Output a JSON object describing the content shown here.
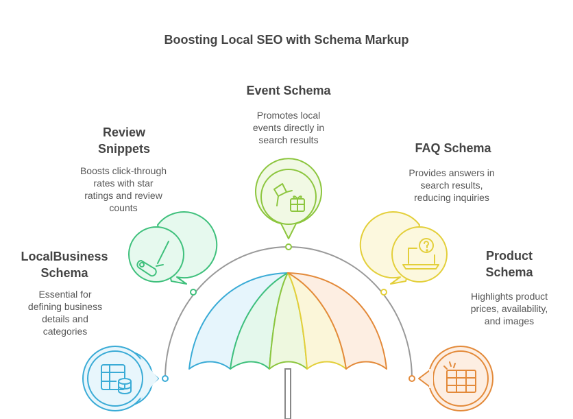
{
  "title": "Boosting Local SEO with Schema Markup",
  "items": [
    {
      "id": "localbusiness",
      "title_lines": [
        "LocalBusiness",
        "Schema"
      ],
      "desc_lines": [
        "Essential for",
        "defining business",
        "details and",
        "categories"
      ],
      "color": "#3aabd6",
      "fill": "#e8f6fc",
      "icon": "table-database-icon"
    },
    {
      "id": "review",
      "title_lines": [
        "Review",
        "Snippets"
      ],
      "desc_lines": [
        "Boosts click-through",
        "rates with star",
        "ratings and review",
        "counts"
      ],
      "color": "#3fc07c",
      "fill": "#e6f9ee",
      "icon": "pen-scroll-icon"
    },
    {
      "id": "event",
      "title_lines": [
        "Event Schema"
      ],
      "desc_lines": [
        "Promotes local",
        "events directly in",
        "search results"
      ],
      "color": "#8dc63f",
      "fill": "#f1f9e4",
      "icon": "megaphone-gift-icon"
    },
    {
      "id": "faq",
      "title_lines": [
        "FAQ Schema"
      ],
      "desc_lines": [
        "Provides answers in",
        "search results,",
        "reducing inquiries"
      ],
      "color": "#e3cf3a",
      "fill": "#fcf8de",
      "icon": "laptop-question-icon"
    },
    {
      "id": "product",
      "title_lines": [
        "Product",
        "Schema"
      ],
      "desc_lines": [
        "Highlights product",
        "prices, availability,",
        "and images"
      ],
      "color": "#e38a3a",
      "fill": "#fdeee2",
      "icon": "grid-sparkle-icon"
    }
  ]
}
